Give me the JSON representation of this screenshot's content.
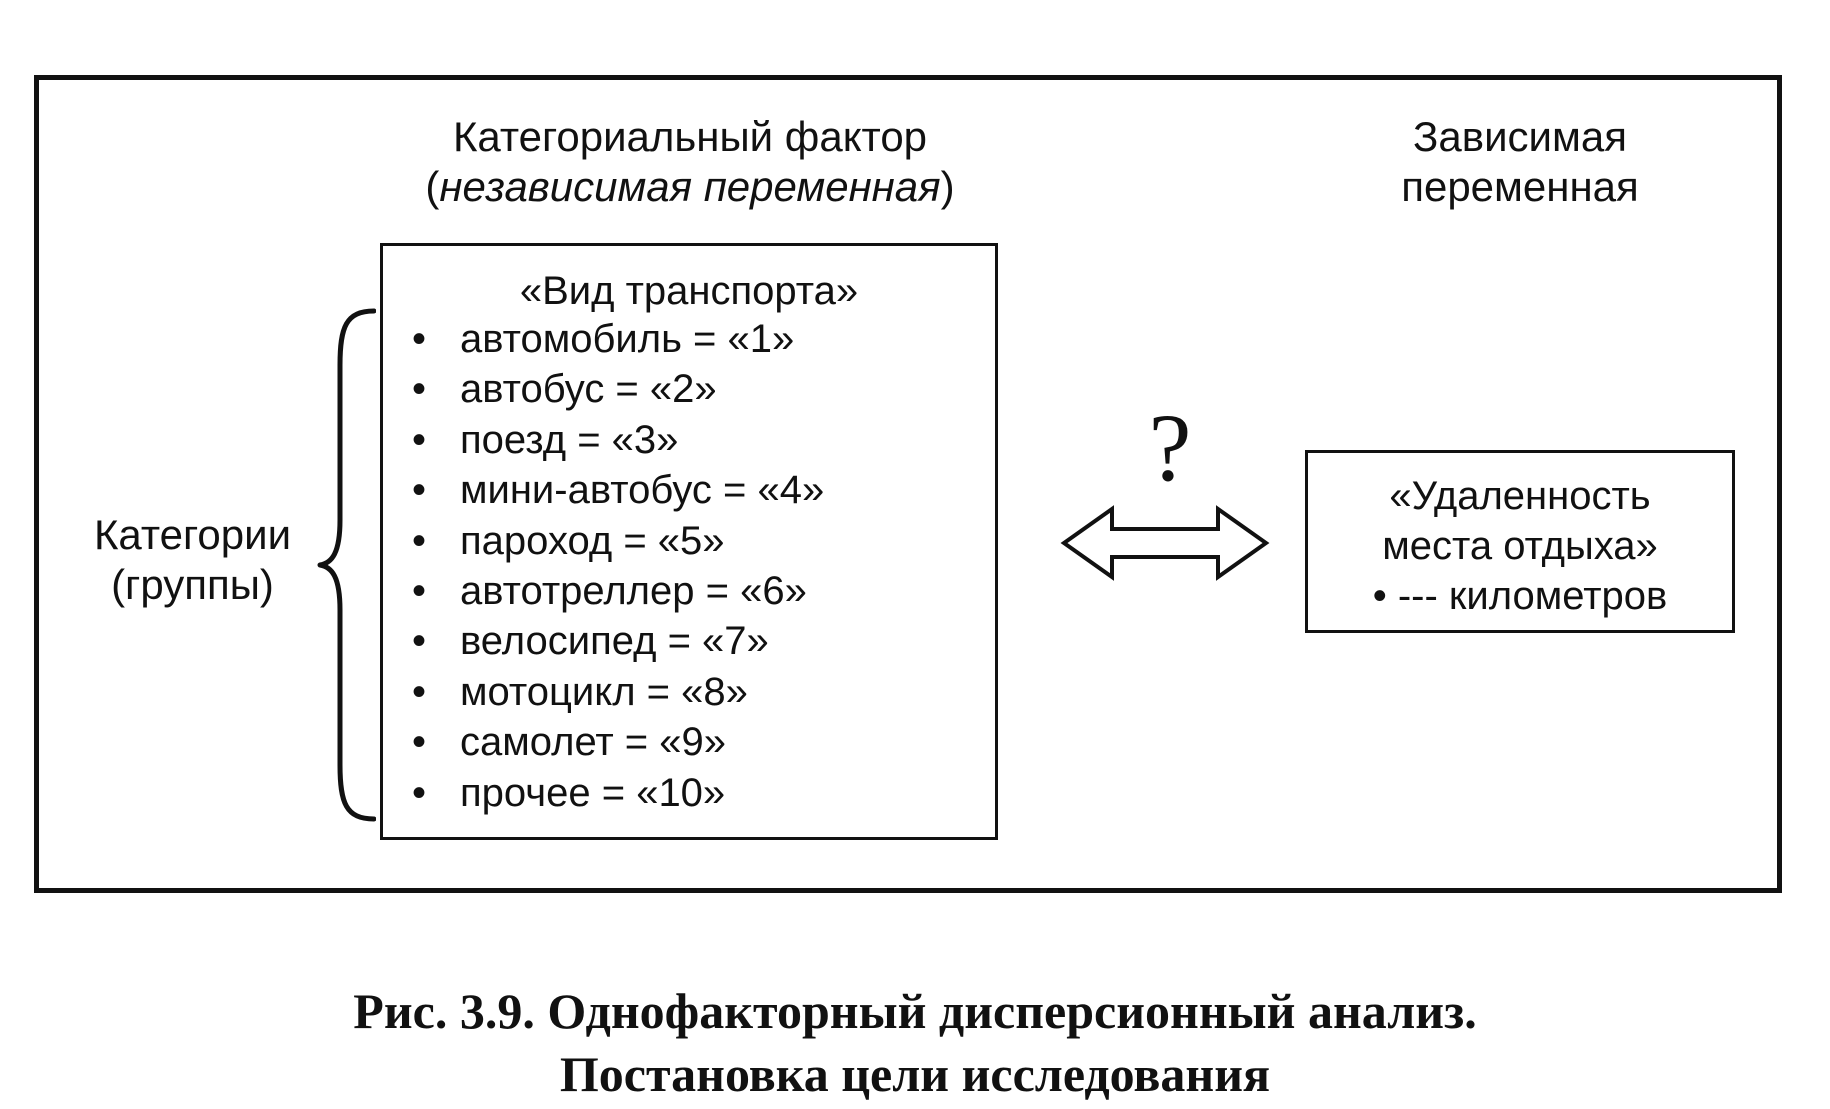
{
  "factor": {
    "heading_line1": "Категориальный фактор",
    "heading_line2_open": "(",
    "heading_line2_italic": "независимая переменная",
    "heading_line2_close": ")",
    "box_title": "«Вид транспорта»",
    "bullet": "•",
    "categories": [
      "автомобиль = «1»",
      "автобус = «2»",
      "поезд = «3»",
      "мини-автобус = «4»",
      "пароход = «5»",
      "автотреллер = «6»",
      "велосипед = «7»",
      "мотоцикл = «8»",
      "самолет = «9»",
      "прочее = «10»"
    ]
  },
  "groups_label": {
    "line1": "Категории",
    "line2": "(группы)"
  },
  "relation": {
    "question_mark": "?",
    "arrow_icon": "double-headed-arrow-icon"
  },
  "dependent": {
    "heading_line1": "Зависимая",
    "heading_line2": "переменная",
    "box_line1": "«Удаленность",
    "box_line2": "места отдыха»",
    "box_line3": "• --- километров"
  },
  "caption": {
    "line1": "Рис. 3.9. Однофакторный дисперсионный анализ.",
    "line2": "Постановка цели исследования"
  },
  "colors": {
    "ink": "#111111",
    "background": "#ffffff"
  }
}
